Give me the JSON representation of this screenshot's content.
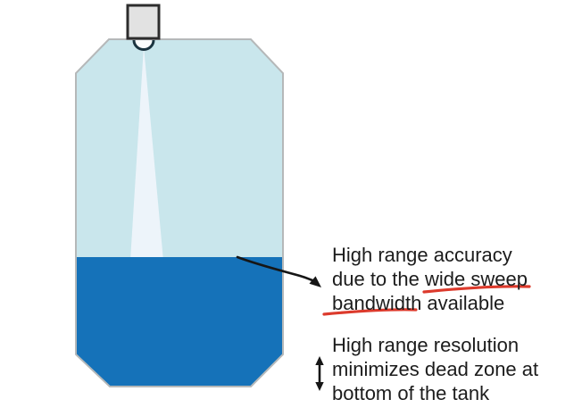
{
  "colors": {
    "background": "#ffffff",
    "tank_fill": "#c9e6ec",
    "liquid_fill": "#1572b9",
    "beam_fill": "#edf4fa",
    "tank_outline": "#b5b8b9",
    "sensor_fill": "#e2e2e2",
    "sensor_stroke": "#2d2d2d",
    "antenna_stroke": "#1b3440",
    "antenna_fill": "#fbfdfe",
    "arrow": "#161616",
    "red_marker": "#dc3a2c",
    "text": "#1c1c1c"
  },
  "annotations": {
    "accuracy": {
      "lines": [
        "High range accuracy",
        "due to the wide sweep",
        "bandwidth available"
      ],
      "red_underlined_words": [
        "wide sweep",
        "bandwidth"
      ]
    },
    "resolution": {
      "lines": [
        "High range resolution",
        "minimizes dead zone at",
        "bottom of the tank"
      ]
    }
  }
}
